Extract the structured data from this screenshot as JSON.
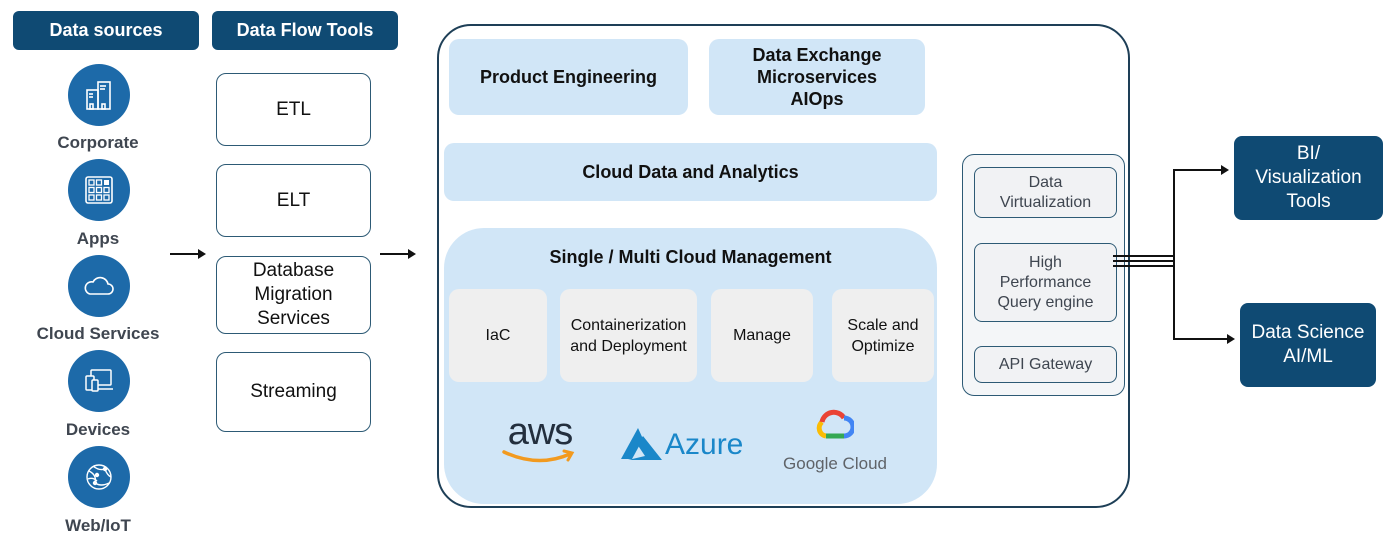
{
  "headers": {
    "data_sources": "Data sources",
    "data_flow_tools": "Data Flow Tools"
  },
  "data_sources": [
    {
      "label": "Corporate",
      "icon": "building-icon"
    },
    {
      "label": "Apps",
      "icon": "app-grid-icon"
    },
    {
      "label": "Cloud Services",
      "icon": "cloud-icon"
    },
    {
      "label": "Devices",
      "icon": "devices-icon"
    },
    {
      "label": "Web/IoT",
      "icon": "globe-network-icon"
    }
  ],
  "data_flow_tools": [
    {
      "label": "ETL"
    },
    {
      "label": "ELT"
    },
    {
      "label": "Database Migration Services"
    },
    {
      "label": "Streaming"
    }
  ],
  "platform": {
    "product_engineering": "Product Engineering",
    "data_exchange": [
      "Data Exchange",
      "Microservices",
      "AIOps"
    ],
    "cloud_data_analytics": "Cloud Data and Analytics",
    "cloud_management": {
      "title": "Single / Multi Cloud Management",
      "cards": [
        {
          "label": "IaC"
        },
        {
          "label": "Containerization and Deployment"
        },
        {
          "label": "Manage"
        },
        {
          "label": "Scale and Optimize"
        }
      ],
      "providers": [
        {
          "name": "aws",
          "icon": "aws-logo-icon"
        },
        {
          "name": "Azure",
          "icon": "azure-logo-icon"
        },
        {
          "name": "Google Cloud",
          "icon": "google-cloud-logo-icon"
        }
      ]
    }
  },
  "access_layer": [
    {
      "label": "Data Virtualization"
    },
    {
      "label": "High Performance Query engine"
    },
    {
      "label": "API Gateway"
    }
  ],
  "outputs": [
    {
      "label": "BI/ Visualization Tools"
    },
    {
      "label": "Data Science AI/ML"
    }
  ],
  "colors": {
    "navy": "#0f4a73",
    "source_blue": "#1d6aa9",
    "light_blue": "#d1e6f7",
    "card_gray": "#efefef",
    "aws_orange": "#f29a1f",
    "azure_blue": "#1a87c9"
  }
}
